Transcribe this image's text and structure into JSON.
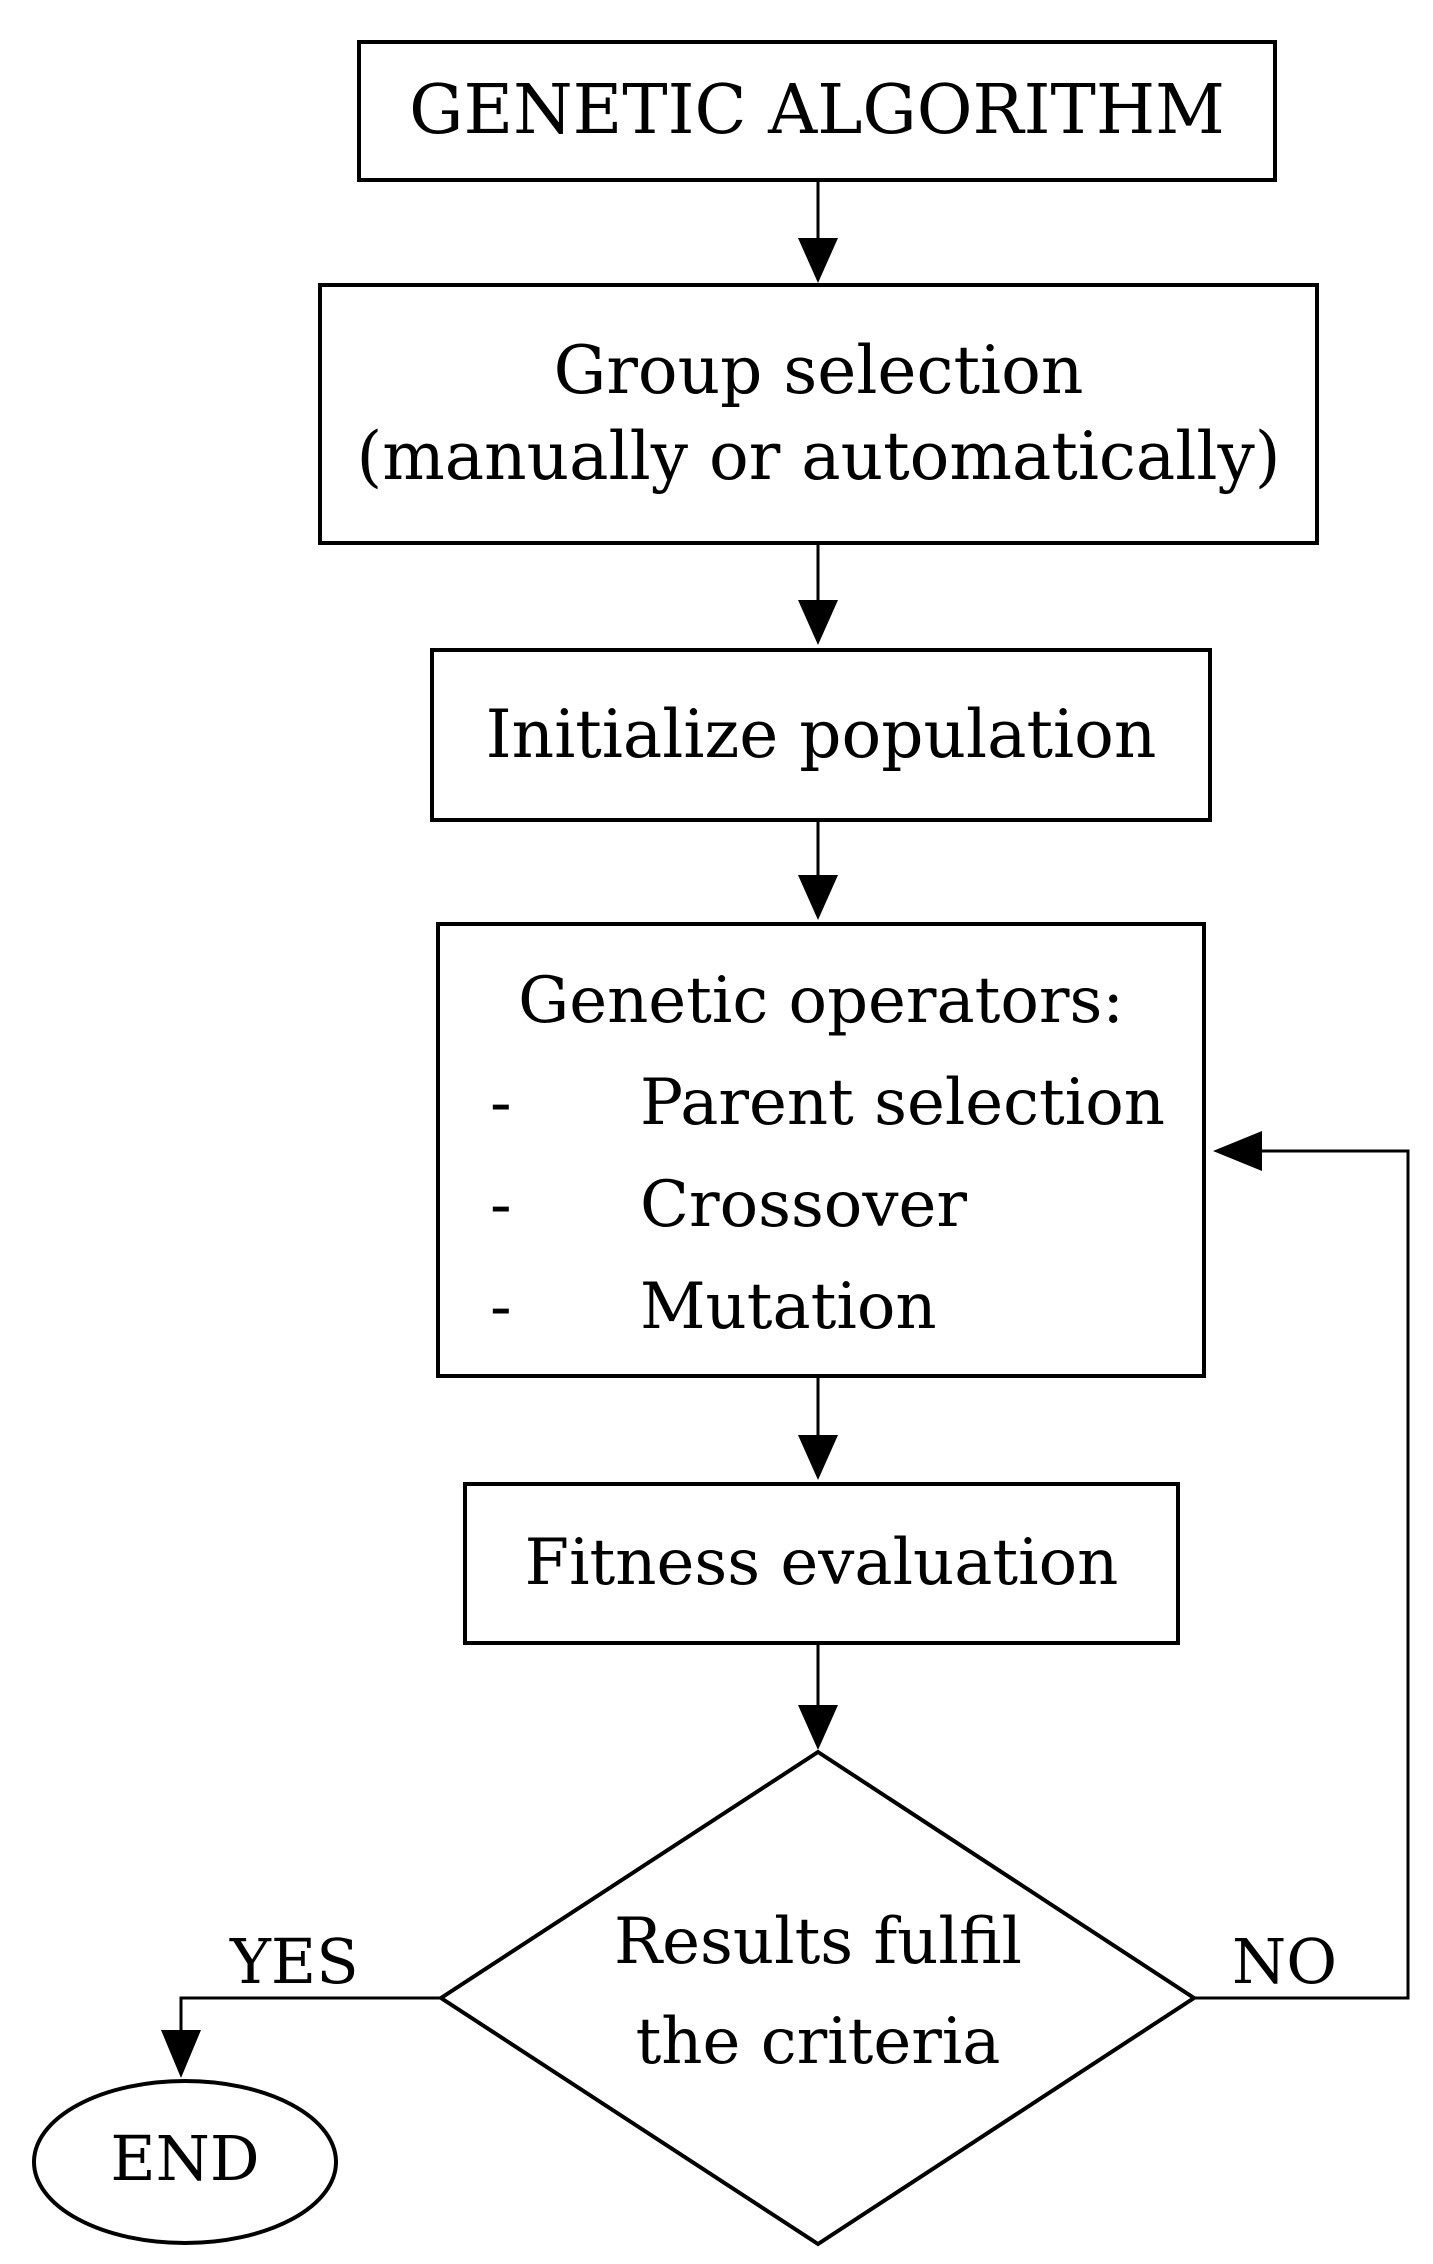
{
  "nodes": {
    "start": {
      "label": "GENETIC ALGORITHM"
    },
    "group_selection": {
      "line1": "Group selection",
      "line2": "(manually or automatically)"
    },
    "init_population": {
      "label": "Initialize population"
    },
    "genetic_operators": {
      "title": "Genetic operators:",
      "items": [
        {
          "bullet": "-",
          "label": "Parent selection"
        },
        {
          "bullet": "-",
          "label": "Crossover"
        },
        {
          "bullet": "-",
          "label": "Mutation"
        }
      ]
    },
    "fitness": {
      "label": "Fitness evaluation"
    },
    "decision": {
      "line1": "Results fulfil",
      "line2": "the criteria"
    },
    "end": {
      "label": "END"
    }
  },
  "edges": {
    "yes_label": "YES",
    "no_label": "NO"
  }
}
